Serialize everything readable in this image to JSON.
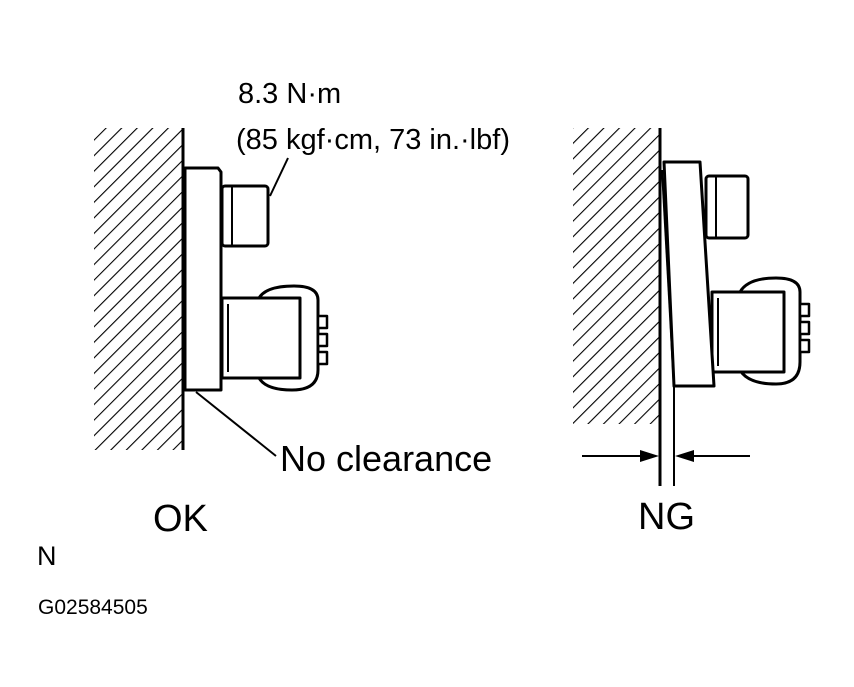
{
  "labels": {
    "torque_value": "8.3 N·m",
    "torque_units": "(85 kgf·cm, 73 in.·lbf)",
    "no_clearance": "No clearance",
    "ok": "OK",
    "ng": "NG",
    "orientation": "N",
    "figure_id": "G02584505"
  },
  "colors": {
    "ink": "#000000",
    "background": "#ffffff"
  }
}
